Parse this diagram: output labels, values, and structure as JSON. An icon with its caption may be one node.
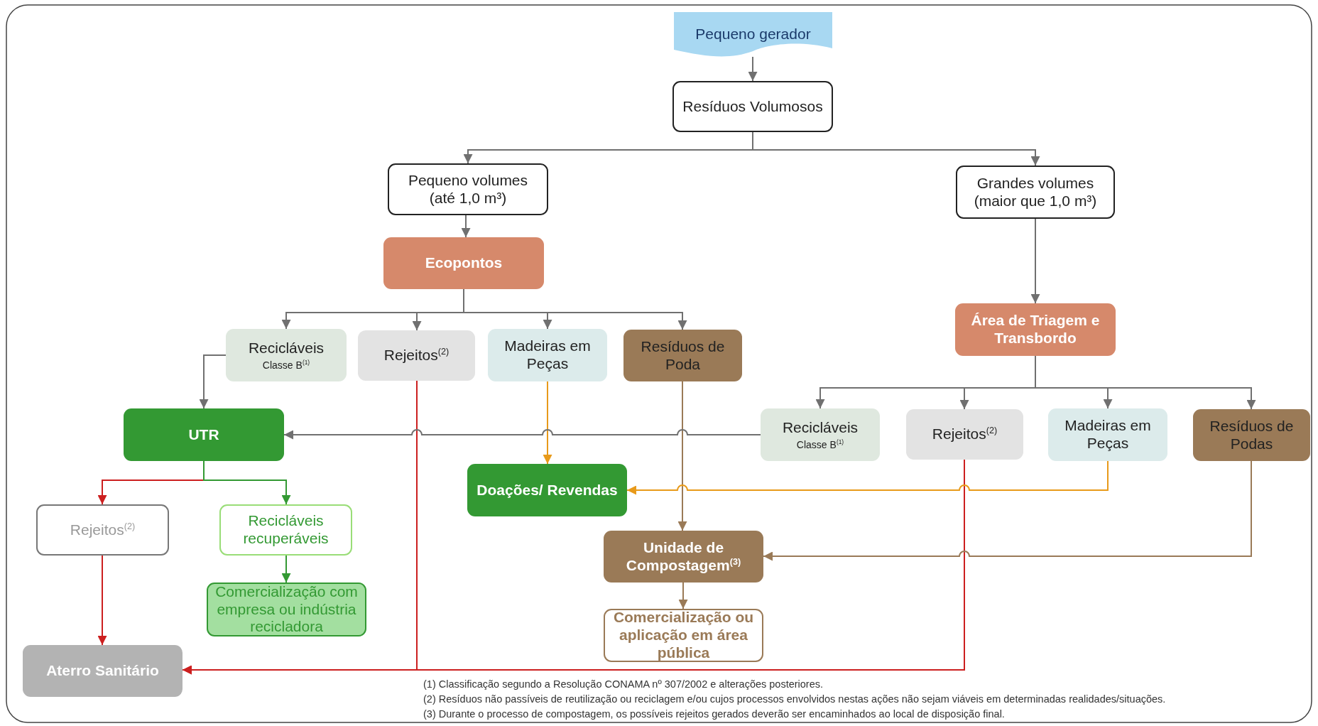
{
  "diagram": {
    "nodes": [
      {
        "text": [
          "Pequeno gerador"
        ]
      },
      {
        "text": [
          "Resíduos Volumosos"
        ]
      },
      {
        "text": [
          "Pequeno volumes (até 1,0 m³)"
        ]
      },
      {
        "text": [
          "Grandes volumes (maior que 1,0 m³)"
        ]
      },
      {
        "text": [
          "Ecopontos"
        ]
      },
      {
        "text": [
          "Recicláveis",
          "Classe B$^{(1)}$"
        ]
      },
      {
        "text": [
          "Rejeitos$^{(2)}$"
        ]
      },
      {
        "text": [
          "Madeiras em Peças"
        ]
      },
      {
        "text": [
          "Resíduos de Poda"
        ]
      },
      {
        "text": [
          "Área de Triagem e Transbordo"
        ]
      },
      {
        "text": [
          "UTR"
        ]
      },
      {
        "text": [
          "Recicláveis",
          "Classe B$^{(1)}$"
        ]
      },
      {
        "text": [
          "Rejeitos$^{(2)}$"
        ]
      },
      {
        "text": [
          "Madeiras em Peças"
        ]
      },
      {
        "text": [
          "Resíduos de Podas"
        ]
      },
      {
        "text": [
          "Doações/ Revendas"
        ]
      },
      {
        "text": [
          "Rejeitos$^{(2)}$"
        ]
      },
      {
        "text": [
          "Recicláveis recuperáveis"
        ]
      },
      {
        "text": [
          "Unidade de Compostagem$^{(3)}$"
        ]
      },
      {
        "text": [
          "Comercialização com empresa ou indústria recicladora"
        ]
      },
      {
        "text": [
          "Comercialização ou aplicação em área pública"
        ]
      },
      {
        "text": [
          "Aterro Sanitário"
        ]
      }
    ],
    "edges": [
      {
        "from": 0,
        "to": 1,
        "arrow": "to"
      },
      {
        "from": 1,
        "to": 2,
        "arrow": "to"
      },
      {
        "from": 1,
        "to": 3,
        "arrow": "to"
      },
      {
        "from": 2,
        "to": 4,
        "arrow": "to"
      },
      {
        "from": 3,
        "to": 9,
        "arrow": "to"
      },
      {
        "from": 4,
        "to": 5,
        "arrow": "to"
      },
      {
        "from": 4,
        "to": 6,
        "arrow": "to"
      },
      {
        "from": 4,
        "to": 7,
        "arrow": "to"
      },
      {
        "from": 4,
        "to": 8,
        "arrow": "to"
      },
      {
        "from": 5,
        "to": 10,
        "arrow": "to"
      },
      {
        "from": 6,
        "to": 21,
        "arrow": "to",
        "color": "#cc1f1f"
      },
      {
        "from": 7,
        "to": 15,
        "arrow": "to",
        "color": "#e89a1a"
      },
      {
        "from": 8,
        "to": 18,
        "arrow": "to",
        "color": "#9a7a57"
      },
      {
        "from": 9,
        "to": 11,
        "arrow": "to"
      },
      {
        "from": 9,
        "to": 12,
        "arrow": "to"
      },
      {
        "from": 9,
        "to": 13,
        "arrow": "to"
      },
      {
        "from": 9,
        "to": 14,
        "arrow": "to"
      },
      {
        "from": 11,
        "to": 10,
        "arrow": "to"
      },
      {
        "from": 12,
        "to": 21,
        "arrow": "to",
        "color": "#cc1f1f"
      },
      {
        "from": 13,
        "to": 15,
        "arrow": "to",
        "color": "#e89a1a"
      },
      {
        "from": 14,
        "to": 18,
        "arrow": "to",
        "color": "#9a7a57"
      },
      {
        "from": 10,
        "to": 16,
        "arrow": "to",
        "color": "#cc1f1f"
      },
      {
        "from": 10,
        "to": 17,
        "arrow": "to",
        "color": "#339933"
      },
      {
        "from": 16,
        "to": 21,
        "arrow": "to",
        "color": "#cc1f1f"
      },
      {
        "from": 17,
        "to": 19,
        "arrow": "to",
        "color": "#339933"
      },
      {
        "from": 18,
        "to": 20,
        "arrow": "to",
        "color": "#9a7a57"
      }
    ],
    "labels": [
      "(1) Classificação segundo a Resolução CONAMA nº 307/2002 e alterações posteriores.",
      "(2) Resíduos não passíveis de reutilização ou reciclagem e/ou cujos processos envolvidos nestas ações não sejam viáveis em determinadas realidades/situações.",
      "(3) Durante o processo de compostagem, os possíveis rejeitos gerados deverão ser encaminhados ao local de disposição final."
    ]
  }
}
